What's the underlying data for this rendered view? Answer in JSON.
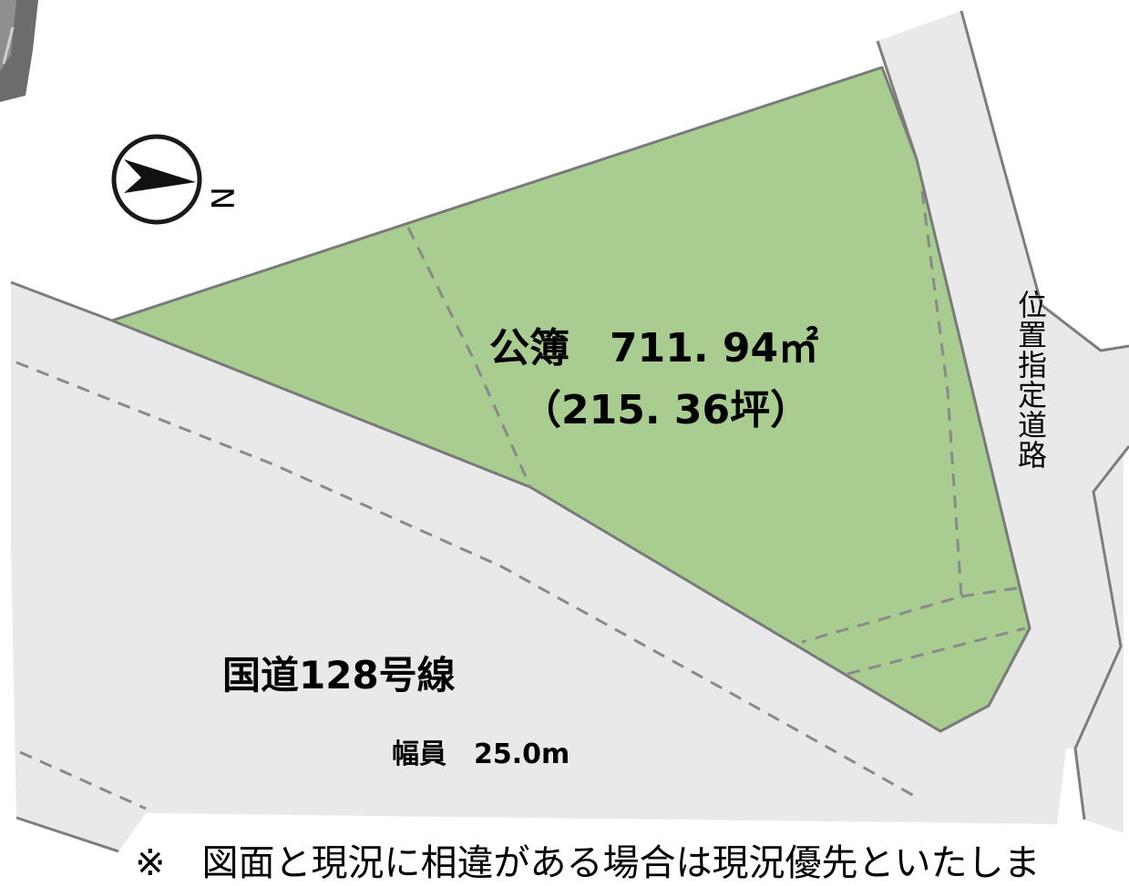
{
  "compass": {
    "letter": "N",
    "icon": "north-arrow-icon"
  },
  "lot": {
    "area_label": "公簿　711. 94㎡",
    "tsubo_label": "（215. 36坪）",
    "color": "#a9cc90"
  },
  "roads": {
    "main_road": {
      "name": "国道128号線",
      "width_label": "幅員　25.0m"
    },
    "side_road": {
      "name": "位置指定道路"
    },
    "color": "#e9e9e9"
  },
  "note": "※　図面と現況に相違がある場合は現況優先といたしま"
}
